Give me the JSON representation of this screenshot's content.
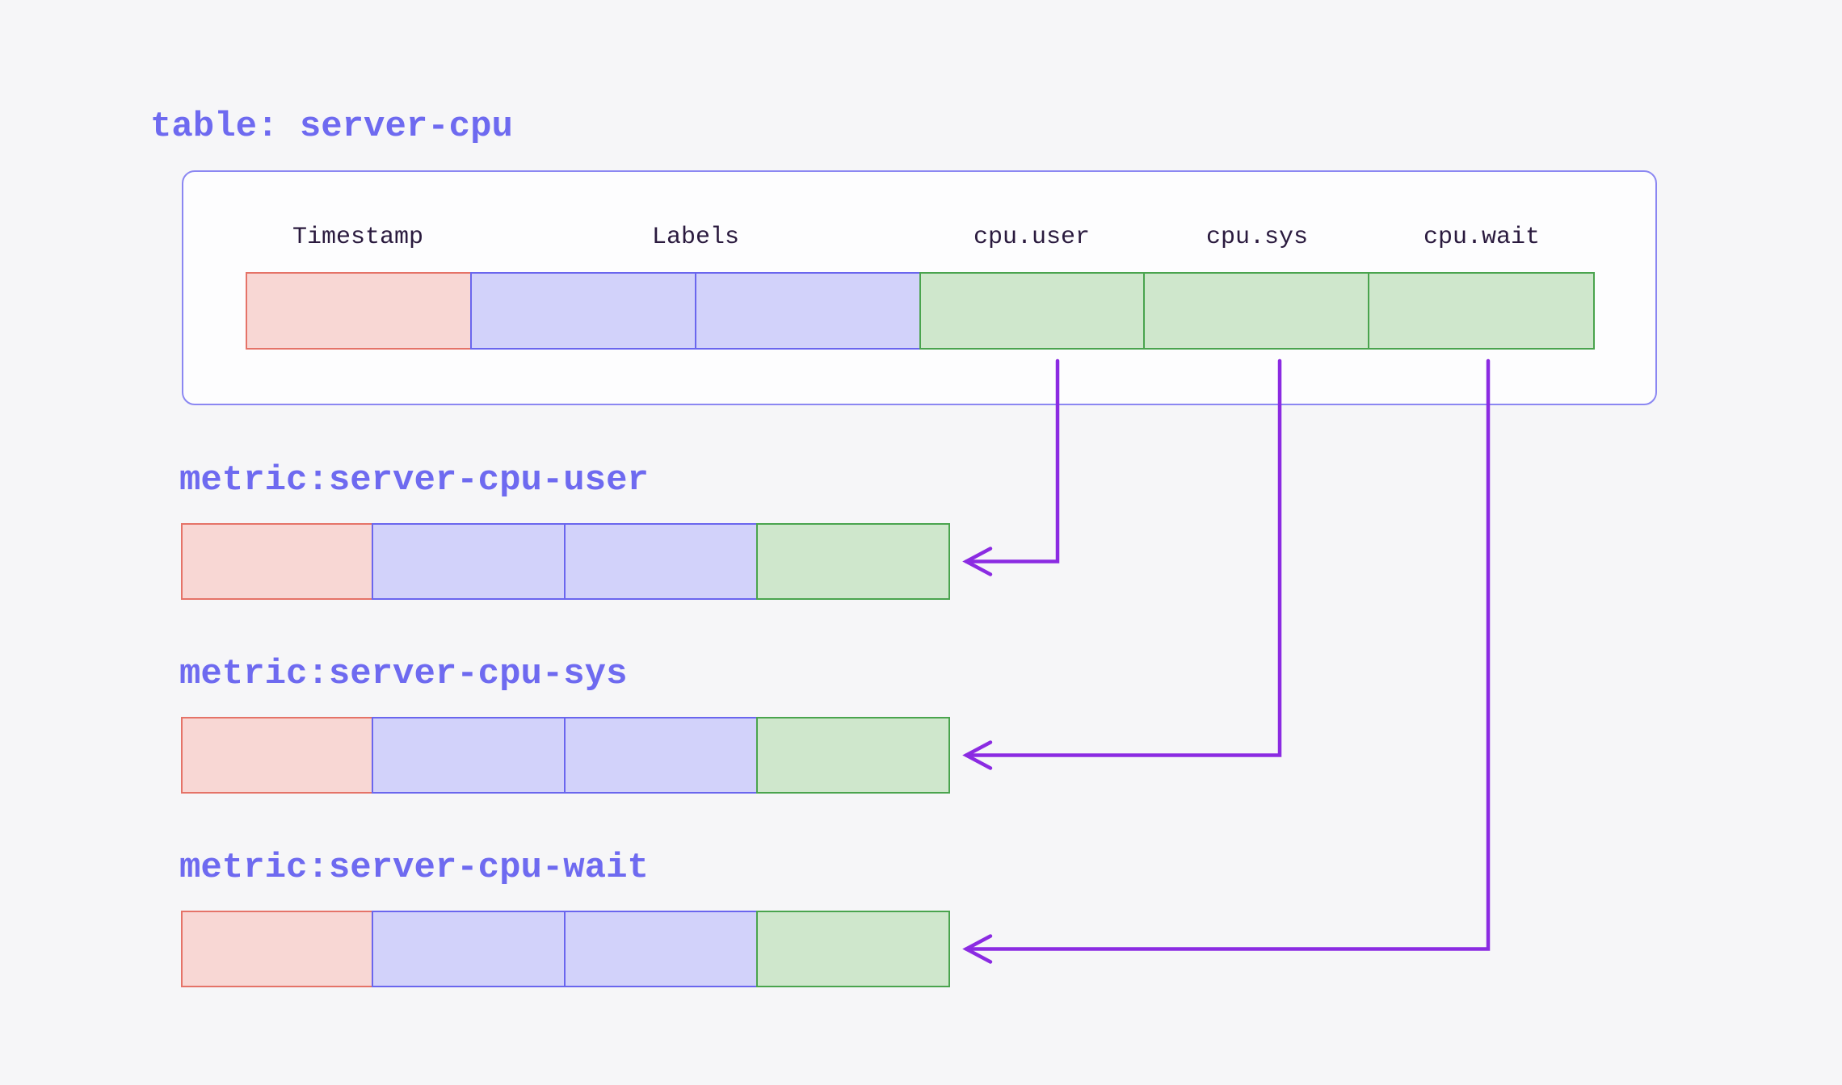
{
  "diagram": {
    "table": {
      "title": "table: server-cpu",
      "columns": [
        {
          "label": "Timestamp",
          "kind": "timestamp"
        },
        {
          "label": "Labels",
          "kind": "labels"
        },
        {
          "label": "cpu.user",
          "kind": "field"
        },
        {
          "label": "cpu.sys",
          "kind": "field"
        },
        {
          "label": "cpu.wait",
          "kind": "field"
        }
      ]
    },
    "metrics": [
      {
        "label": "metric:server-cpu-user",
        "source_column": "cpu.user"
      },
      {
        "label": "metric:server-cpu-sys",
        "source_column": "cpu.sys"
      },
      {
        "label": "metric:server-cpu-wait",
        "source_column": "cpu.wait"
      }
    ]
  },
  "colors": {
    "accent_text": "#6e6af0",
    "header_text": "#2a1a3e",
    "container_border": "#8b87f2",
    "container_bg": "#fdfdfe",
    "page_bg": "#f6f6f8",
    "timestamp_fill": "#f8d7d4",
    "timestamp_border": "#e57368",
    "labels_fill": "#d2d2fa",
    "labels_border": "#6a66ee",
    "field_fill": "#cfe7cc",
    "field_border": "#4aa44e",
    "arrow": "#8b2be2"
  }
}
